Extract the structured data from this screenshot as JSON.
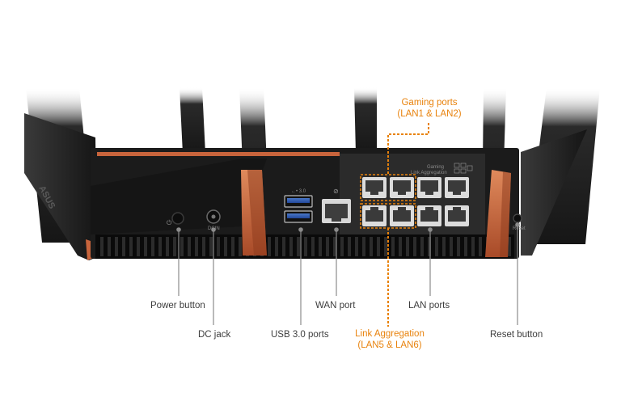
{
  "brand": "ASUS",
  "labels": {
    "power_button": "Power button",
    "dc_jack": "DC jack",
    "usb_ports": "USB 3.0 ports",
    "wan_port": "WAN port",
    "lan_ports": "LAN ports",
    "reset_button": "Reset button",
    "gaming_ports_line1": "Gaming ports",
    "gaming_ports_line2": "(LAN1 & LAN2)",
    "link_aggregation_line1": "Link Aggregation",
    "link_aggregation_line2": "(LAN5 & LAN6)"
  },
  "panel_silkscreen": {
    "usb": "←• 3.0",
    "dcin": "DCIN",
    "gaming": "Gaming",
    "link_aggregation": "Link Aggregation",
    "reset": "Reset"
  },
  "colors": {
    "accent_copper": "#c8643c",
    "highlight_orange": "#e8820c",
    "body_black": "#1b1b1b",
    "label_text": "#3d3d3d",
    "leader_line": "#8c8c8c"
  }
}
